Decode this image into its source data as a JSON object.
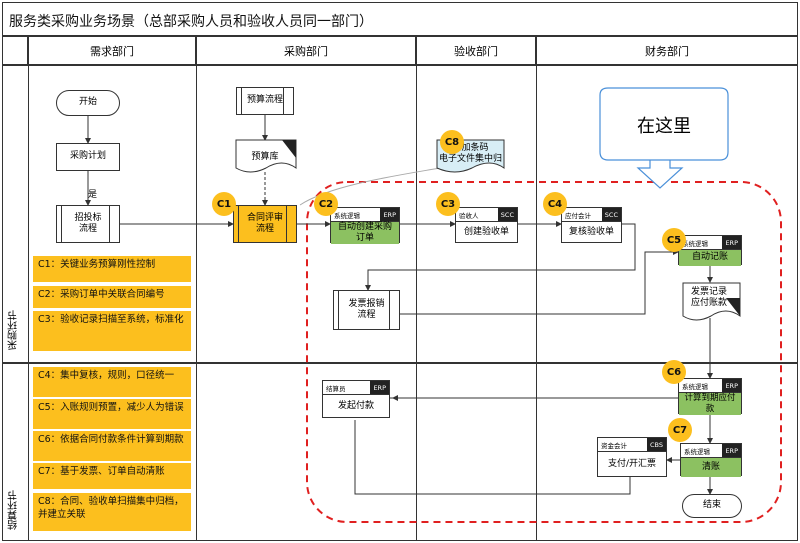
{
  "title": "服务类采购业务场景（总部采购人员和验收人员同一部门）",
  "headers": [
    "需求部门",
    "采购部门",
    "验收部门",
    "财务部门"
  ],
  "lanes": [
    "采购环节",
    "结算环节"
  ],
  "nodes": {
    "start": "开始",
    "plan": "采购计划",
    "yes": "是",
    "bid": "招投标\n流程",
    "budget_flow": "预算流程",
    "budget_lib": "预算库",
    "contract": "合同评审\n流程",
    "create_order_tag": "系统逻辑",
    "create_order_erp": "ERP",
    "create_order": "自动创建采购\n订单",
    "barcode": "增加条码\n电子文件集中归",
    "accept_tag": "验收人",
    "accept_scc": "SCC",
    "create_accept": "创建验收单",
    "review_tag": "应付会计",
    "review_scc": "SCC",
    "review": "复核验收单",
    "here": "在这里",
    "auto_tag": "系统逻辑",
    "auto_erp": "ERP",
    "auto_book": "自动记账",
    "invoice_doc": "发票记录\n应付账款",
    "invoice_flow": "发票报销\n流程",
    "calc_tag": "系统逻辑",
    "calc_erp": "ERP",
    "calc": "计算到期应付\n款",
    "settle_tag": "结算员",
    "settle_erp": "ERP",
    "pay": "发起付款",
    "fund_tag": "资金会计",
    "fund_cbs": "CBS",
    "fund": "支付/开汇票",
    "clear_tag": "系统逻辑",
    "clear_erp": "ERP",
    "clear": "清账",
    "end": "结束"
  },
  "badges": [
    "C1",
    "C2",
    "C3",
    "C4",
    "C5",
    "C6",
    "C7",
    "C8"
  ],
  "notes": [
    "C1：关键业务预算刚性控制",
    "C2：采购订单中关联合同编号",
    "C3：验收记录扫描至系统，标准化",
    "C4：集中复核，规则，口径统一",
    "C5：入账规则预置，减少人为错误",
    "C6：依据合同付款条件计算到期款",
    "C7：基于发票、订单自动清账",
    "C8：合同、验收单扫描集中归档，并建立关联"
  ],
  "colors": {
    "note": "#fcbf1e",
    "green": "#8cc161",
    "dash": "#e02020"
  }
}
